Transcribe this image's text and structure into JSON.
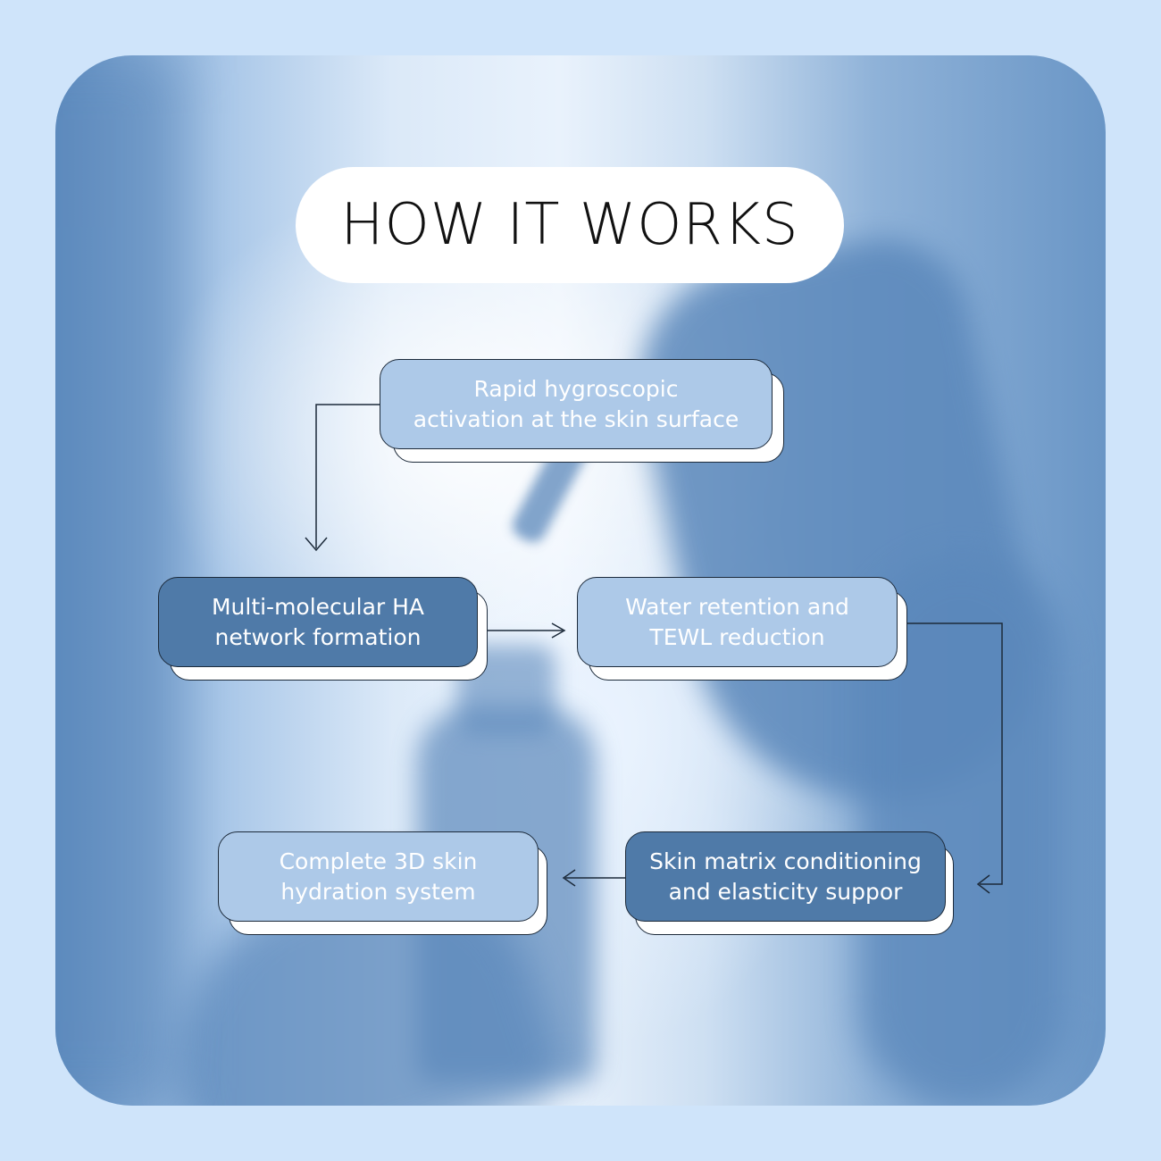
{
  "title": "HOW IT WORKS",
  "colors": {
    "page_background": "#cfe4fa",
    "light_box": "#adc9e8",
    "dark_box": "#4f7aa8",
    "box_text": "#ffffff",
    "title_text": "#111111"
  },
  "steps": [
    {
      "text": "Rapid hygroscopic\nactivation at the skin surface",
      "style": "light"
    },
    {
      "text": "Multi-molecular HA\nnetwork formation",
      "style": "dark"
    },
    {
      "text": "Water retention and\nTEWL reduction",
      "style": "light"
    },
    {
      "text": "Skin matrix conditioning\nand elasticity suppor",
      "style": "dark"
    },
    {
      "text": "Complete 3D skin\nhydration system",
      "style": "light"
    }
  ]
}
